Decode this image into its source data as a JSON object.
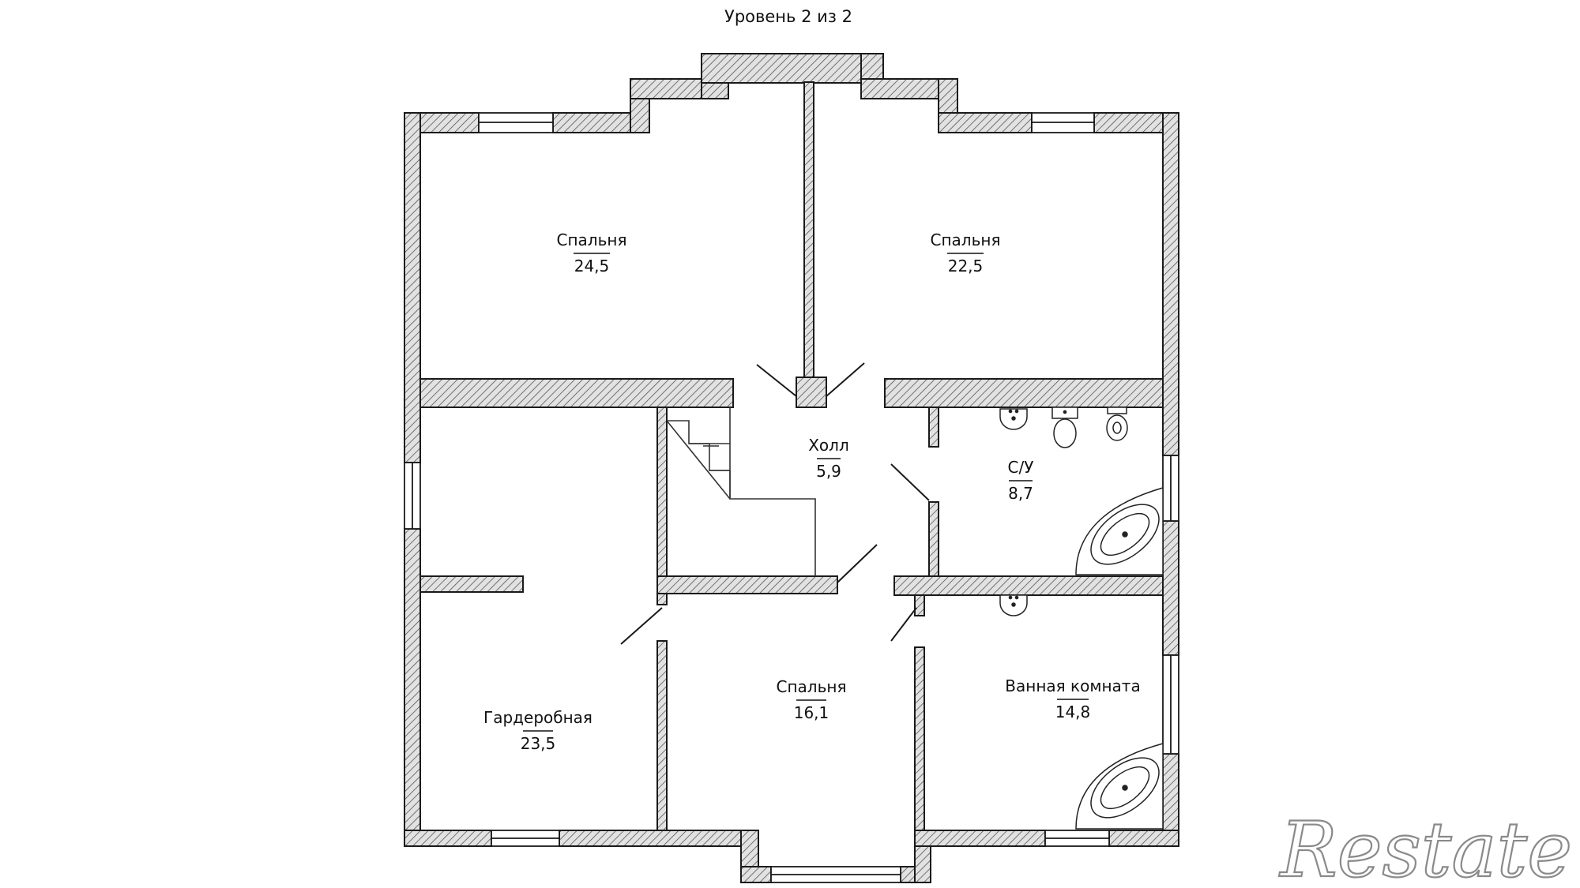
{
  "plan": {
    "level_title": "Уровень 2 из 2",
    "watermark": "Restate",
    "rooms": [
      {
        "id": "bedroom-nw",
        "name": "Спальня",
        "area": "24,5"
      },
      {
        "id": "bedroom-ne",
        "name": "Спальня",
        "area": "22,5"
      },
      {
        "id": "hall",
        "name": "Холл",
        "area": "5,9"
      },
      {
        "id": "wc",
        "name": "С/У",
        "area": "8,7"
      },
      {
        "id": "wardrobe",
        "name": "Гардеробная",
        "area": "23,5"
      },
      {
        "id": "bedroom-s",
        "name": "Спальня",
        "area": "16,1"
      },
      {
        "id": "bathroom",
        "name": "Ванная комната",
        "area": "14,8"
      }
    ],
    "colors": {
      "wall_fill": "#e2e2e2",
      "hatch": "#5a5a5a",
      "outline": "#1a1a1a"
    }
  }
}
